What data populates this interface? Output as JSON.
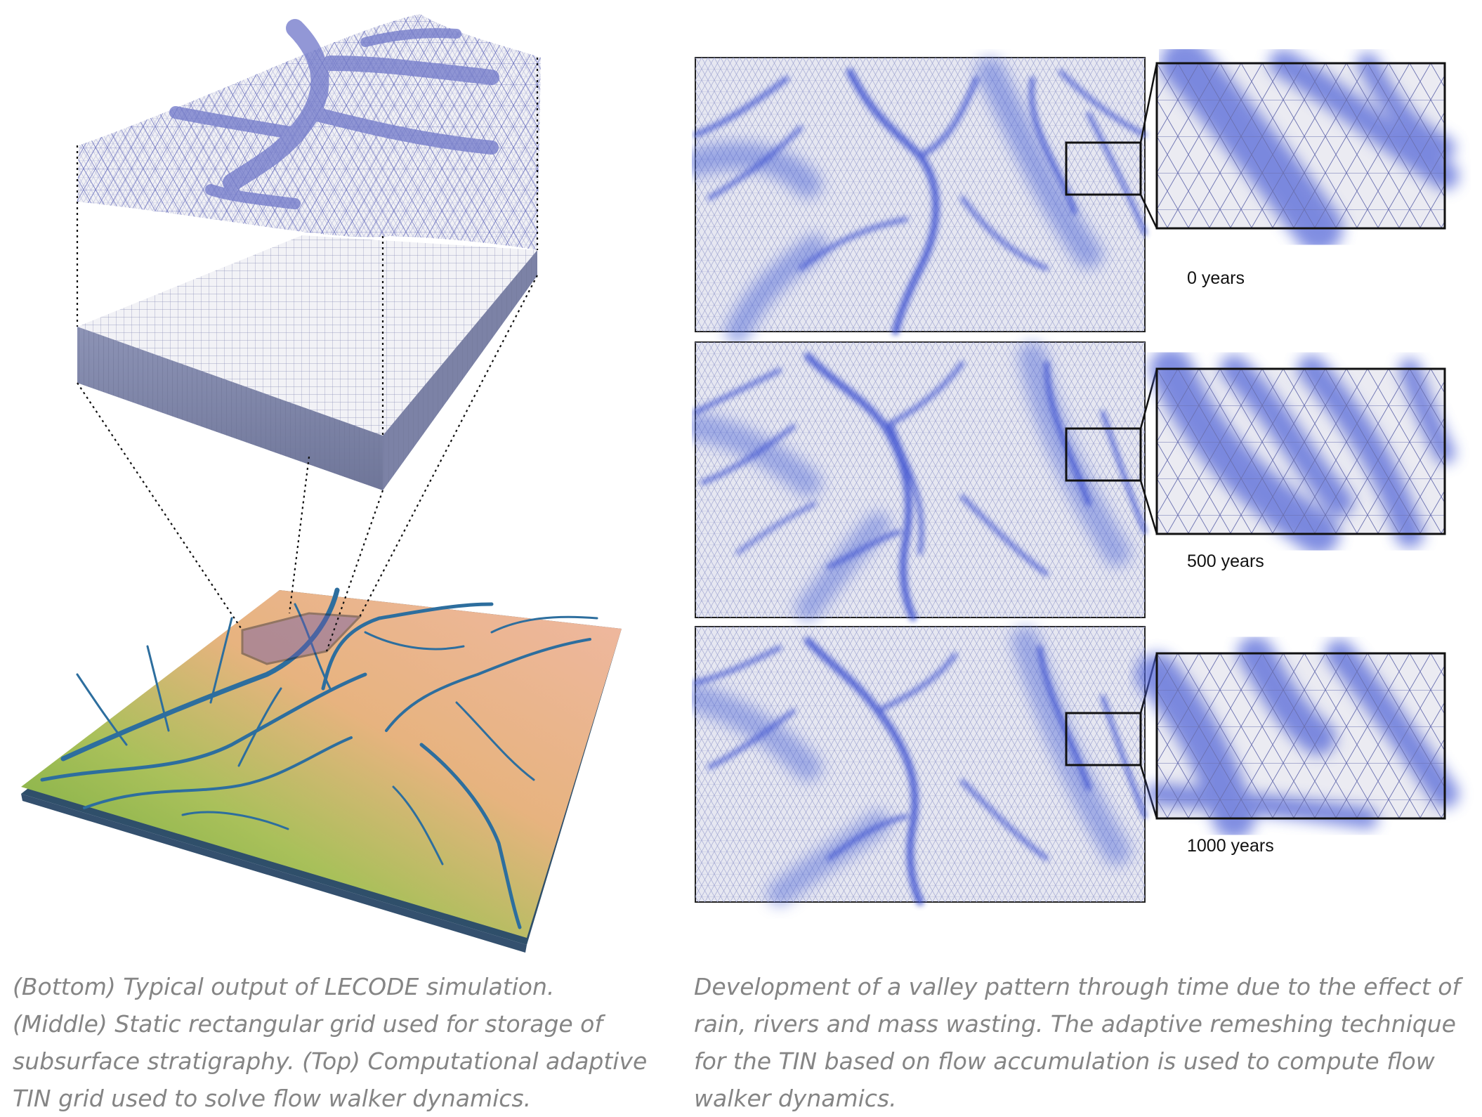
{
  "panels": [
    {
      "label": "0 years"
    },
    {
      "label": "500 years"
    },
    {
      "label": "1000 years"
    }
  ],
  "captions": {
    "left": [
      "(Bottom) Typical output of LECODE simulation.",
      "(Middle) Static rectangular grid used for storage of",
      "subsurface stratigraphy. (Top) Computational adaptive",
      "TIN grid used to solve flow walker dynamics."
    ],
    "right": [
      "Development of a valley pattern through time due to the effect of",
      "rain, rivers and mass wasting. The adaptive remeshing technique",
      "for the TIN based on flow accumulation is used to compute flow",
      "walker dynamics."
    ]
  },
  "colors": {
    "channel": "#3a4fd0",
    "river_bottom": "#2d6e9e",
    "mesh_line": "#5a63b8",
    "caption": "#858585",
    "terrain_green": "#7fb43c",
    "terrain_peach": "#e8a98a"
  }
}
